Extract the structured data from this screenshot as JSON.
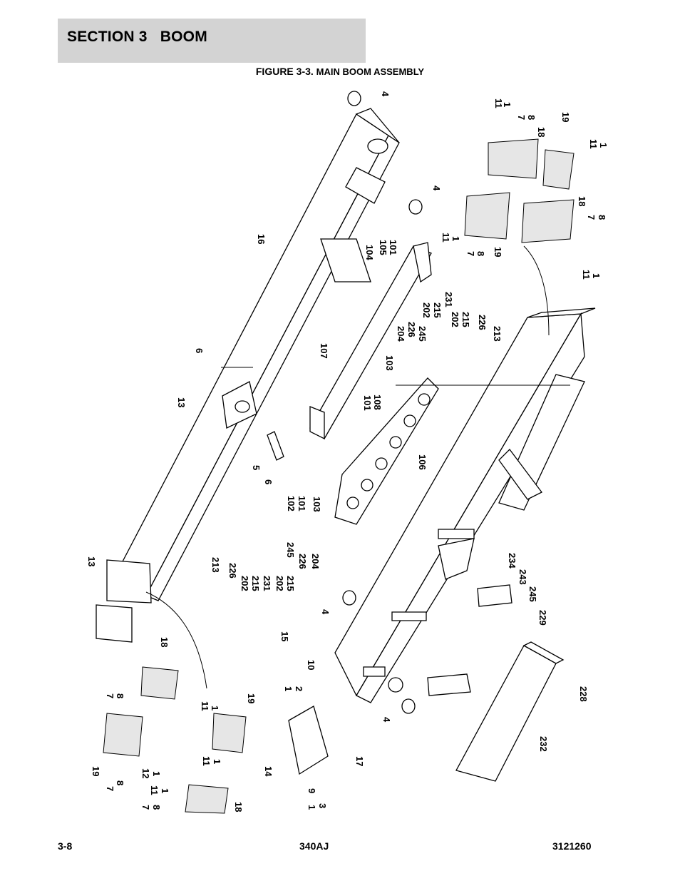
{
  "header": {
    "section": "SECTION 3",
    "title": "BOOM"
  },
  "figure": {
    "number": "FIGURE 3-3.",
    "title": "MAIN BOOM ASSEMBLY"
  },
  "callouts": [
    "4",
    "4",
    "4",
    "4",
    "16",
    "6",
    "13",
    "5",
    "6",
    "13",
    "104",
    "105",
    "101",
    "107",
    "103",
    "101",
    "108",
    "204",
    "226",
    "245",
    "202",
    "215",
    "231",
    "202",
    "215",
    "226",
    "213",
    "106",
    "102",
    "101",
    "103",
    "213",
    "226",
    "202",
    "215",
    "231",
    "202",
    "215",
    "245",
    "226",
    "204",
    "15",
    "10",
    "1",
    "2",
    "14",
    "17",
    "1",
    "9",
    "3",
    "18",
    "7",
    "8",
    "19",
    "11",
    "1",
    "19",
    "7",
    "8",
    "12",
    "1",
    "11",
    "1",
    "11",
    "1",
    "7",
    "8",
    "18",
    "11",
    "1",
    "7",
    "8",
    "18",
    "19",
    "11",
    "1",
    "7",
    "8",
    "19",
    "11",
    "1",
    "18",
    "7",
    "8",
    "11",
    "1",
    "234",
    "243",
    "245",
    "229",
    "228",
    "232"
  ],
  "footer": {
    "page": "3-8",
    "model": "340AJ",
    "doc_number": "3121260"
  }
}
